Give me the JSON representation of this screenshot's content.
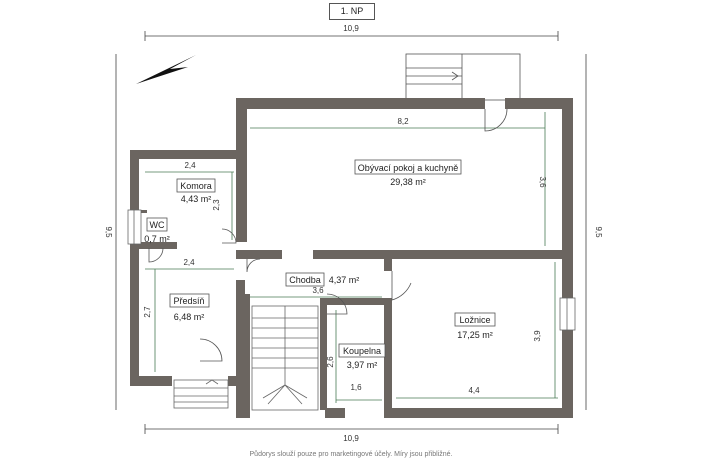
{
  "floor_label": "1. NP",
  "disclaimer": "Půdorys slouží pouze pro marketingové účely. Míry jsou přibližné.",
  "overall": {
    "width_top": "10,9",
    "width_bottom": "10,9",
    "height_left": "9,5",
    "height_right": "9,5"
  },
  "rooms": {
    "living": {
      "name": "Obývací pokoj a kuchyně",
      "area": "29,38 m²"
    },
    "pantry": {
      "name": "Komora",
      "area": "4,43 m²"
    },
    "wc": {
      "name": "WC",
      "area": "0,7 m²"
    },
    "hall": {
      "name": "Chodba",
      "area": "4,37 m²"
    },
    "entry": {
      "name": "Předsíň",
      "area": "6,48 m²"
    },
    "bedroom": {
      "name": "Ložnice",
      "area": "17,25 m²"
    },
    "bathroom": {
      "name": "Koupelna",
      "area": "3,97 m²"
    }
  },
  "dimensions": {
    "living_width": "8,2",
    "living_height": "3,6",
    "pantry_width": "2,4",
    "pantry_height": "2,3",
    "entry_width": "2,4",
    "entry_height": "2,7",
    "hall_width": "3,6",
    "bathroom_height": "2,6",
    "bathroom_width": "1,6",
    "bedroom_width": "4,4",
    "bedroom_height": "3,9"
  },
  "colors": {
    "wall": "#6b6560",
    "dimension_line": "#444444",
    "inner_line": "#4a7a55"
  }
}
